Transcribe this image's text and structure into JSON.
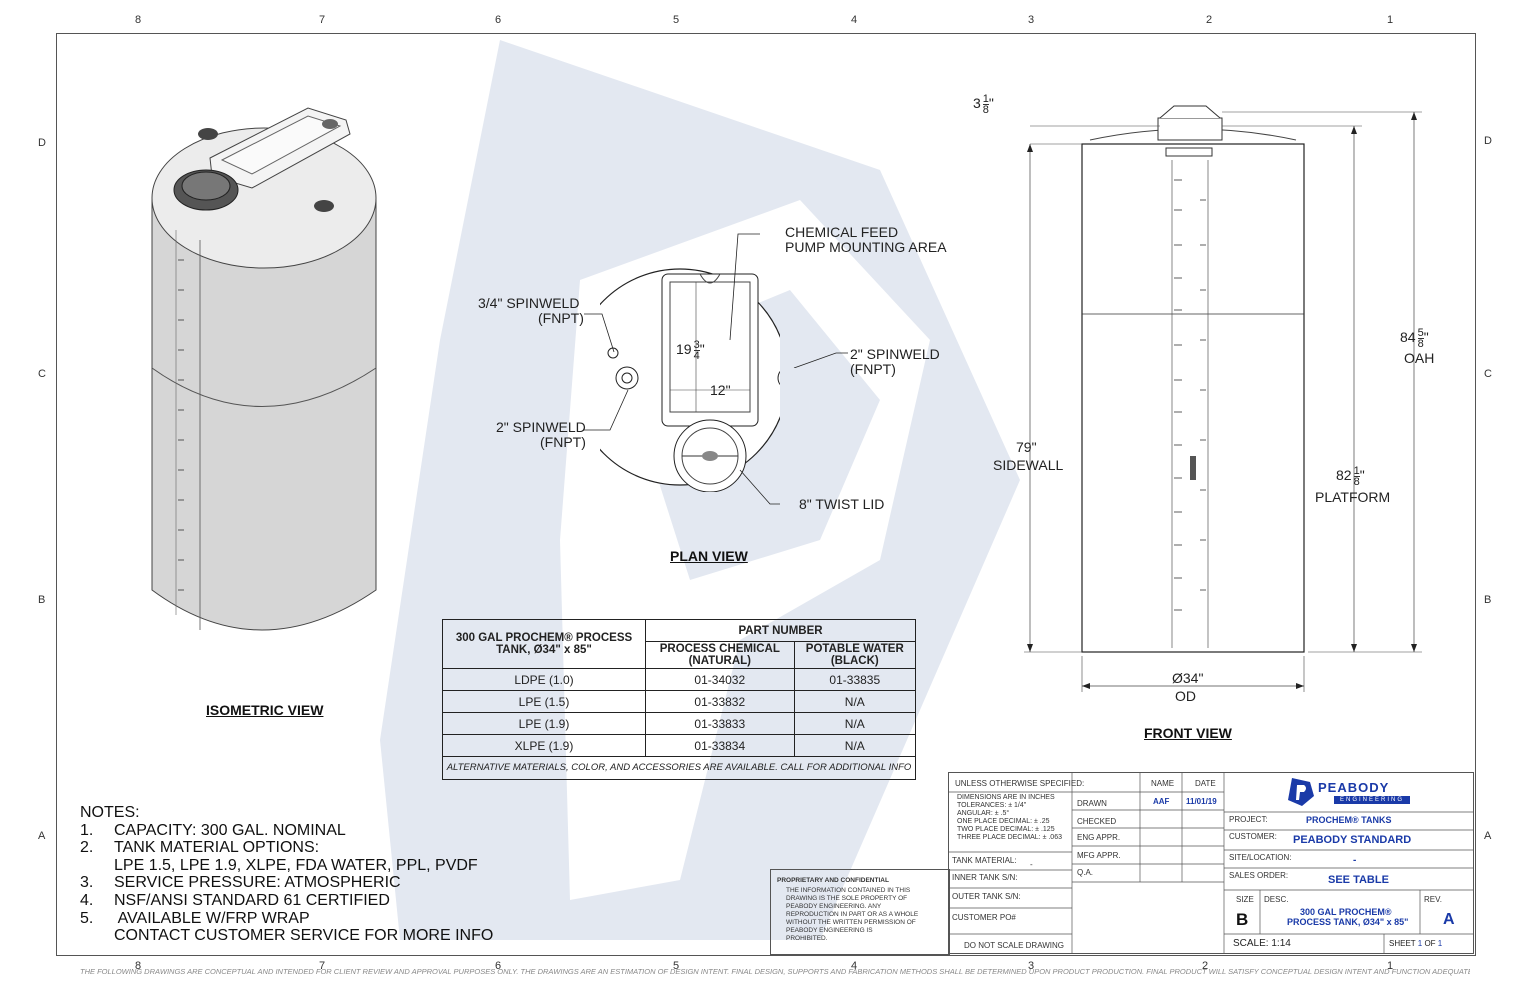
{
  "zones": {
    "top": [
      "8",
      "7",
      "6",
      "5",
      "4",
      "3",
      "2",
      "1"
    ],
    "bottom": [
      "8",
      "7",
      "6",
      "5",
      "4",
      "3",
      "2",
      "1"
    ],
    "left": [
      "D",
      "C",
      "B",
      "A"
    ],
    "right": [
      "D",
      "C",
      "B",
      "A"
    ]
  },
  "views": {
    "isometric": "ISOMETRIC VIEW",
    "plan": "PLAN VIEW",
    "front": "FRONT VIEW"
  },
  "plan_labels": {
    "chem_feed_1": "CHEMICAL FEED",
    "chem_feed_2": "PUMP MOUNTING AREA",
    "spinweld_34_1": "3/4\" SPINWELD",
    "spinweld_34_2": "(FNPT)",
    "spinweld_2_right_1": "2\" SPINWELD",
    "spinweld_2_right_2": "(FNPT)",
    "spinweld_2_left_1": "2\" SPINWELD",
    "spinweld_2_left_2": "(FNPT)",
    "twist_lid": "8\" TWIST LID",
    "dim_19_whole": "19",
    "dim_19_num": "3",
    "dim_19_den": "4",
    "dim_19_unit": "\"",
    "dim_12": "12\""
  },
  "front_labels": {
    "top_whole": "3",
    "top_num": "1",
    "top_den": "8",
    "top_unit": "\"",
    "oah_whole": "84",
    "oah_num": "5",
    "oah_den": "8",
    "oah_unit": "\"",
    "oah_text": "OAH",
    "platform_whole": "82",
    "platform_num": "1",
    "platform_den": "8",
    "platform_unit": "\"",
    "platform_text": "PLATFORM",
    "sidewall_dim": "79\"",
    "sidewall_text": "SIDEWALL",
    "od_dim": "Ø34\"",
    "od_text": "OD"
  },
  "part_table": {
    "desc_line1": "300 GAL PROCHEM® PROCESS",
    "desc_line2": "TANK, Ø34\" x 85\"",
    "part_number": "PART NUMBER",
    "col1_line1": "PROCESS CHEMICAL",
    "col1_line2": "(NATURAL)",
    "col2_line1": "POTABLE WATER",
    "col2_line2": "(BLACK)",
    "rows": [
      {
        "material": "LDPE (1.0)",
        "natural": "01-34032",
        "black": "01-33835"
      },
      {
        "material": "LPE (1.5)",
        "natural": "01-33832",
        "black": "N/A"
      },
      {
        "material": "LPE (1.9)",
        "natural": "01-33833",
        "black": "N/A"
      },
      {
        "material": "XLPE (1.9)",
        "natural": "01-33834",
        "black": "N/A"
      }
    ],
    "note": "ALTERNATIVE MATERIALS, COLOR, AND ACCESSORIES ARE AVAILABLE.  CALL FOR ADDITIONAL INFO"
  },
  "notes": {
    "title": "NOTES:",
    "items": [
      {
        "num": "1.",
        "text": "CAPACITY:  300 GAL. NOMINAL"
      },
      {
        "num": "2.",
        "text": "TANK MATERIAL OPTIONS:"
      },
      {
        "num": "",
        "text": "LPE 1.5, LPE 1.9, XLPE, FDA WATER, PPL, PVDF"
      },
      {
        "num": "3.",
        "text": "SERVICE PRESSURE: ATMOSPHERIC"
      },
      {
        "num": "4.",
        "text": "NSF/ANSI STANDARD 61 CERTIFIED"
      },
      {
        "num": "5.",
        "text": " AVAILABLE W/FRP WRAP"
      },
      {
        "num": "",
        "text": "CONTACT CUSTOMER SERVICE FOR MORE INFO"
      }
    ]
  },
  "proprietary": {
    "title": "PROPRIETARY AND CONFIDENTIAL",
    "lines": [
      "THE INFORMATION CONTAINED IN THIS",
      "DRAWING IS THE SOLE PROPERTY OF",
      "PEABODY ENGINEERING.  ANY",
      "REPRODUCTION IN PART OR AS A WHOLE",
      "WITHOUT THE WRITTEN PERMISSION OF",
      "PEABODY ENGINEERING IS",
      "PROHIBITED."
    ]
  },
  "title_block": {
    "unless": "UNLESS OTHERWISE SPECIFIED:",
    "tolerances": [
      "DIMENSIONS ARE IN INCHES",
      "TOLERANCES: ± 1/4\"",
      "ANGULAR: ± .5°",
      "ONE PLACE DECIMAL: ± .25",
      "TWO PLACE DECIMAL: ± .125",
      "THREE PLACE DECIMAL: ± .063"
    ],
    "tank_material": "TANK MATERIAL:",
    "tank_material_value": "-",
    "inner_tank": "INNER TANK S/N:",
    "outer_tank": "OUTER TANK S/N:",
    "customer_po": "CUSTOMER PO#",
    "do_not_scale": "DO NOT SCALE DRAWING",
    "name": "NAME",
    "date": "DATE",
    "drawn": "DRAWN",
    "drawn_name": "AAF",
    "drawn_date": "11/01/19",
    "checked": "CHECKED",
    "eng_appr": "ENG APPR.",
    "mfg_appr": "MFG APPR.",
    "qa": "Q.A.",
    "brand": "PEABODY",
    "brand_sub": "ENGINEERING",
    "project_label": "PROJECT:",
    "project": "PROCHEM® TANKS",
    "customer_label": "CUSTOMER:",
    "customer": "PEABODY STANDARD",
    "site_label": "SITE/LOCATION:",
    "site": "-",
    "sales_label": "SALES ORDER:",
    "sales": "SEE TABLE",
    "size_label": "SIZE",
    "size": "B",
    "desc_label": "DESC.",
    "desc_line1": "300 GAL PROCHEM®",
    "desc_line2": "PROCESS TANK, Ø34\" x 85\"",
    "rev_label": "REV.",
    "rev": "A",
    "scale": "SCALE: 1:14",
    "sheet_label": "SHEET",
    "sheet_num": "1",
    "sheet_of": "OF",
    "sheet_total": "1"
  },
  "footer": "THE FOLLOWING DRAWINGS ARE CONCEPTUAL AND INTENDED FOR CLIENT REVIEW AND APPROVAL PURPOSES ONLY. THE DRAWINGS ARE AN ESTIMATION OF DESIGN INTENT. FINAL DESIGN, SUPPORTS AND FABRICATION METHODS SHALL BE DETERMINED UPON PRODUCT PRODUCTION. FINAL PRODUCT WILL SATISFY CONCEPTUAL DESIGN INTENT AND FUNCTION ADEQUATELY AS FABRICATED.",
  "colors": {
    "watermark": "#dde3ef",
    "tank_body": "#d4d4d4",
    "title_accent": "#1a3aa8"
  }
}
